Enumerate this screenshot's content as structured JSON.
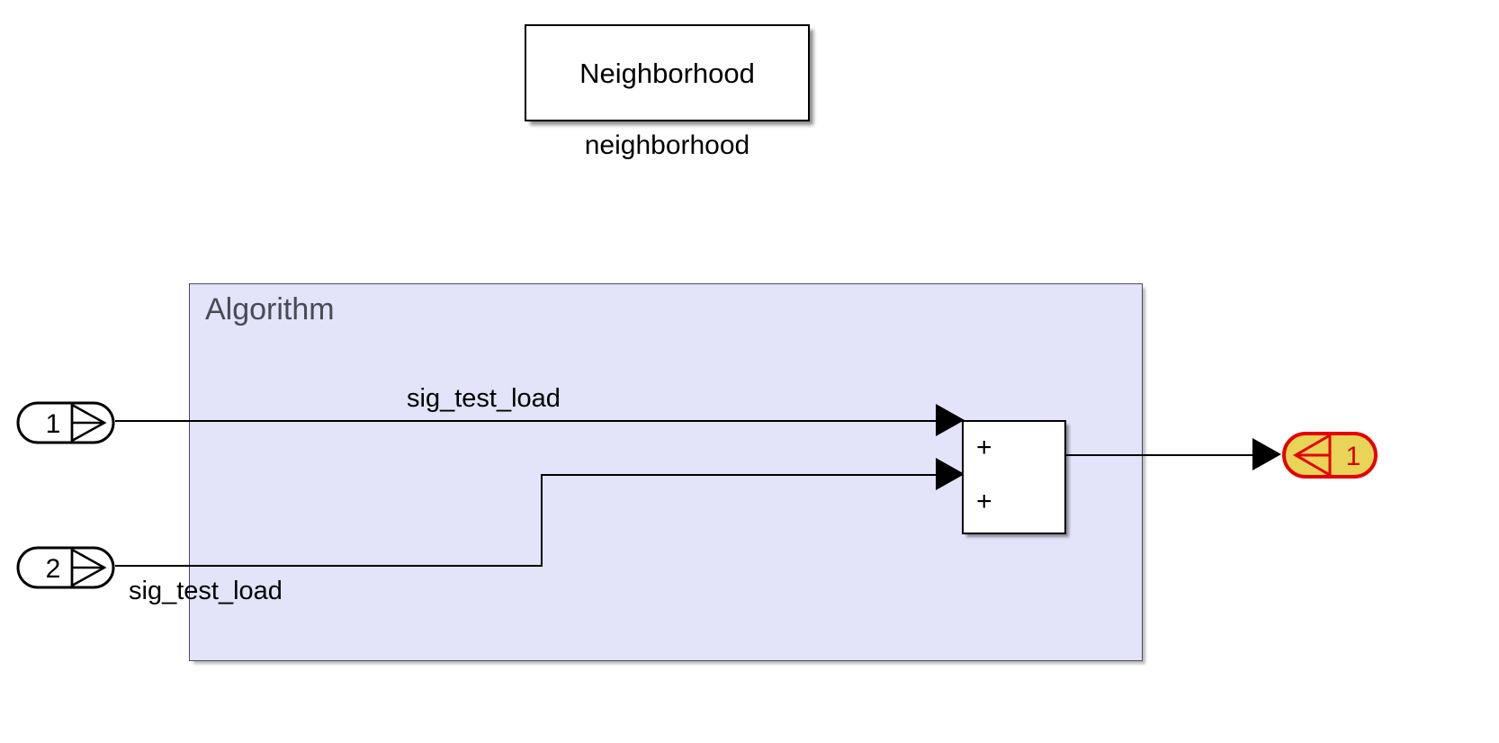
{
  "diagram": {
    "type": "simulink-block-diagram",
    "canvas_background": "#ffffff"
  },
  "model_reference": {
    "block_label": "Neighborhood",
    "caption": "neighborhood",
    "fill": "#ffffff",
    "border": "#000000"
  },
  "subsystem": {
    "title": "Algorithm",
    "fill": "#e3e3f9",
    "border": "#4a4a60",
    "title_color": "#4a4a55"
  },
  "inports": [
    {
      "number": "1",
      "signal_label": "sig_test_load"
    },
    {
      "number": "2",
      "signal_label": "sig_test_load"
    }
  ],
  "sum_block": {
    "sign_1": "+",
    "sign_2": "+",
    "fill": "#ffffff",
    "border": "#000000"
  },
  "outport": {
    "number": "1",
    "fill": "#e8d457",
    "border": "#e60000",
    "text_color": "#d40000"
  },
  "signal_labels": {
    "top": "sig_test_load",
    "bottom": "sig_test_load"
  }
}
